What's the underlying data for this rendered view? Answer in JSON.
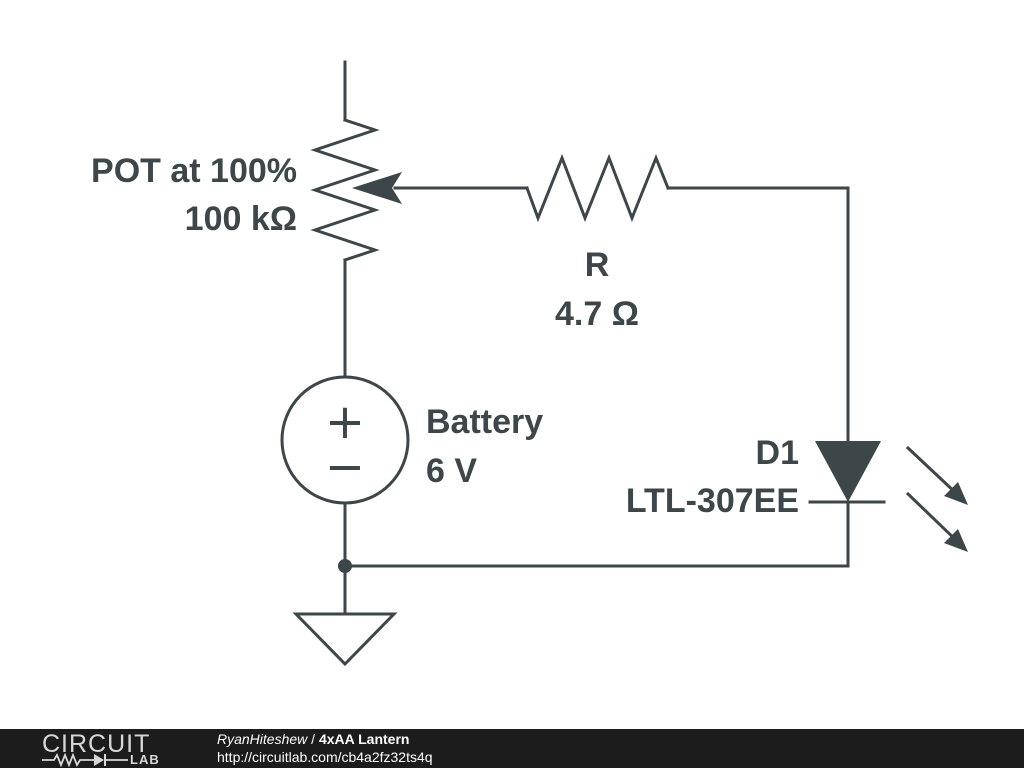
{
  "schematic": {
    "pot": {
      "label": "POT at 100%",
      "value": "100 kΩ"
    },
    "resistor": {
      "label": "R",
      "value": "4.7 Ω"
    },
    "battery": {
      "label": "Battery",
      "value": "6 V",
      "plus": "+",
      "minus": "−"
    },
    "led": {
      "label": "D1",
      "part": "LTL-307EE"
    }
  },
  "colors": {
    "ink": "#3d4649",
    "footer_bg": "#1c1c1c",
    "footer_text": "#ffffff"
  },
  "footer": {
    "logo_top": "CIRCUIT",
    "logo_bottom": "LAB",
    "author": "RyanHiteshew",
    "separator": "/",
    "title": "4xAA Lantern",
    "url": "http://circuitlab.com/cb4a2fz32ts4q"
  }
}
